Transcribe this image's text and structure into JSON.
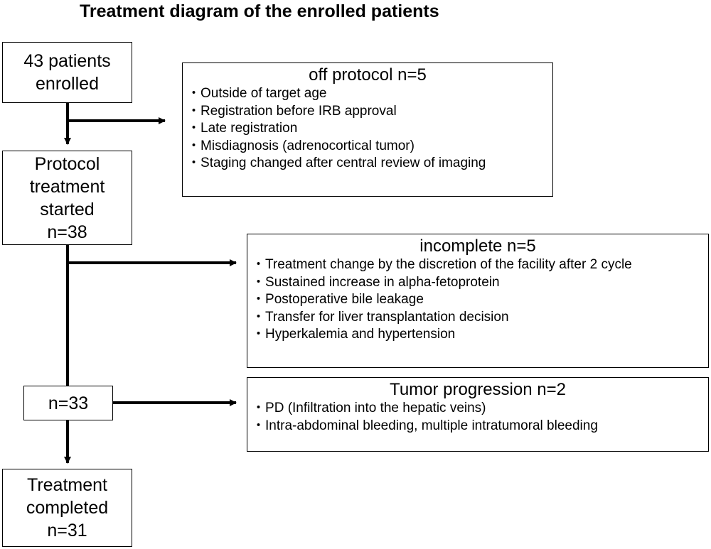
{
  "diagram": {
    "title": "Treatment diagram of the enrolled patients",
    "bullet": "・",
    "nodes": {
      "enrolled": {
        "lines": [
          "43 patients",
          "enrolled"
        ]
      },
      "started": {
        "lines": [
          "Protocol",
          "treatment",
          "started",
          "n=38"
        ]
      },
      "n33": {
        "lines": [
          "n=33"
        ]
      },
      "completed": {
        "lines": [
          "Treatment",
          "completed",
          "n=31"
        ]
      }
    },
    "exclusions": {
      "off_protocol": {
        "title": "off protocol n=5",
        "items": [
          "Outside of target age",
          "Registration before IRB approval",
          "Late registration",
          "Misdiagnosis (adrenocortical tumor)",
          "Staging changed after central review of imaging"
        ]
      },
      "incomplete": {
        "title": "incomplete n=5",
        "items": [
          "Treatment change by the discretion of the facility after 2 cycle",
          "Sustained increase in alpha-fetoprotein",
          "Postoperative bile leakage",
          "Transfer for liver transplantation decision",
          "Hyperkalemia and hypertension"
        ]
      },
      "tumor_progression": {
        "title": "Tumor progression n=2",
        "items": [
          "PD (Infiltration into the hepatic veins)",
          "Intra-abdominal bleeding, multiple intratumoral bleeding"
        ]
      }
    },
    "line_color": "#000000"
  }
}
